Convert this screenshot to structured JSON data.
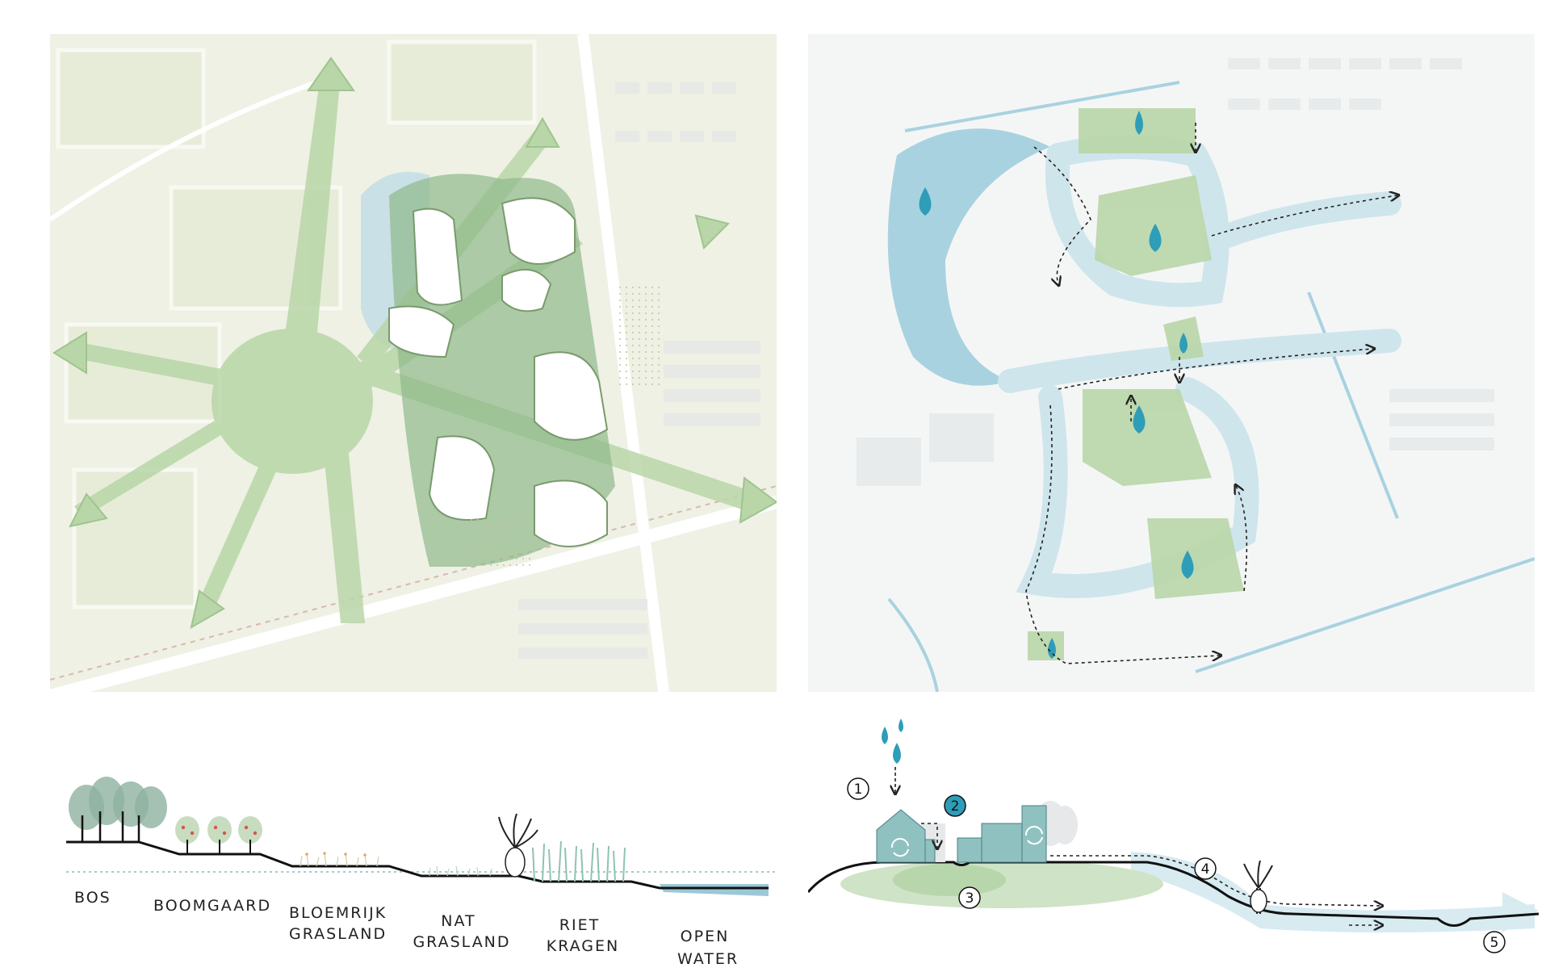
{
  "landscape_section": {
    "labels": [
      {
        "lines": [
          "BOS"
        ]
      },
      {
        "lines": [
          "BOOMGAARD"
        ]
      },
      {
        "lines": [
          "BLOEMRIJK",
          "GRASLAND"
        ]
      },
      {
        "lines": [
          "NAT",
          "GRASLAND"
        ]
      },
      {
        "lines": [
          "RIET",
          "KRAGEN"
        ]
      },
      {
        "lines": [
          "OPEN",
          "WATER"
        ]
      }
    ]
  },
  "water_section": {
    "markers": [
      "1",
      "2",
      "3",
      "4",
      "5"
    ]
  },
  "colors": {
    "green_dark": "#8fb98a",
    "green_mid": "#b9d6a8",
    "green_light": "#dfe9cf",
    "water_blue": "#b7d8e3",
    "water_dark": "#5aa9c2",
    "teal_building": "#8fc1c1",
    "map_bg_left": "#eef1e4",
    "map_bg_right": "#f4f6f6"
  },
  "icons": {
    "drop": "water-drop-icon",
    "recycle": "recycle-arrows-icon",
    "tree": "tree-icon"
  }
}
